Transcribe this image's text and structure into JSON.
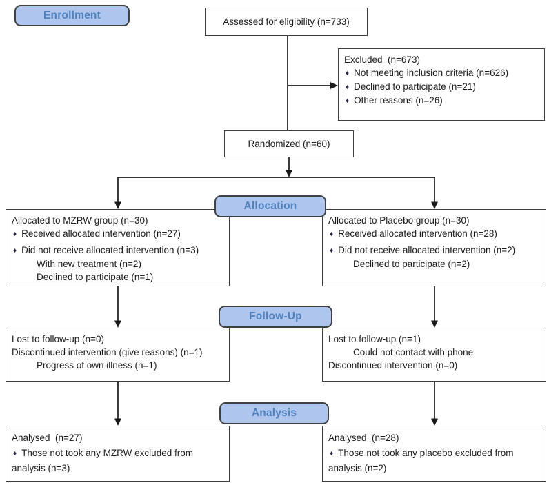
{
  "glyphs": {
    "bullet": "♦"
  },
  "colors": {
    "label_fill": "#aec6ee",
    "label_text": "#4f81bd",
    "label_border": "#404040",
    "box_border": "#3d3d3d",
    "text": "#1b1b1b",
    "connector": "#1a1a1a"
  },
  "labels": {
    "enrollment": "Enrollment",
    "allocation": "Allocation",
    "followup": "Follow-Up",
    "analysis": "Analysis"
  },
  "boxes": {
    "assessed": {
      "text": "Assessed for eligibility (n=733)"
    },
    "excluded": {
      "lines": [
        "Excluded  (n=673)",
        "Not meeting inclusion criteria (n=626)",
        "Declined to participate (n=21)",
        "Other reasons (n=26)"
      ]
    },
    "randomized": {
      "text": "Randomized (n=60)"
    },
    "alloc_left": {
      "lines": [
        "Allocated to MZRW group (n=30)",
        "Received allocated intervention (n=27)",
        "Did not receive allocated intervention (n=3)",
        "With new treatment (n=2)",
        "Declined to participate (n=1)"
      ]
    },
    "alloc_right": {
      "lines": [
        "Allocated to Placebo group (n=30)",
        "Received allocated intervention (n=28)",
        "Did not receive allocated intervention (n=2)",
        "Declined to participate (n=2)"
      ]
    },
    "fu_left": {
      "lines": [
        "Lost to follow-up (n=0)",
        "Discontinued intervention (give reasons) (n=1)",
        "Progress of own illness (n=1)"
      ]
    },
    "fu_right": {
      "lines": [
        "Lost to follow-up (n=1)",
        "Could not contact with phone",
        "Discontinued intervention (n=0)"
      ]
    },
    "an_left": {
      "lines": [
        "Analysed  (n=27)",
        "Those not took any MZRW excluded from",
        "analysis (n=3)"
      ]
    },
    "an_right": {
      "lines": [
        "Analysed  (n=28)",
        "Those not took any placebo excluded from",
        "analysis (n=2)"
      ]
    }
  }
}
